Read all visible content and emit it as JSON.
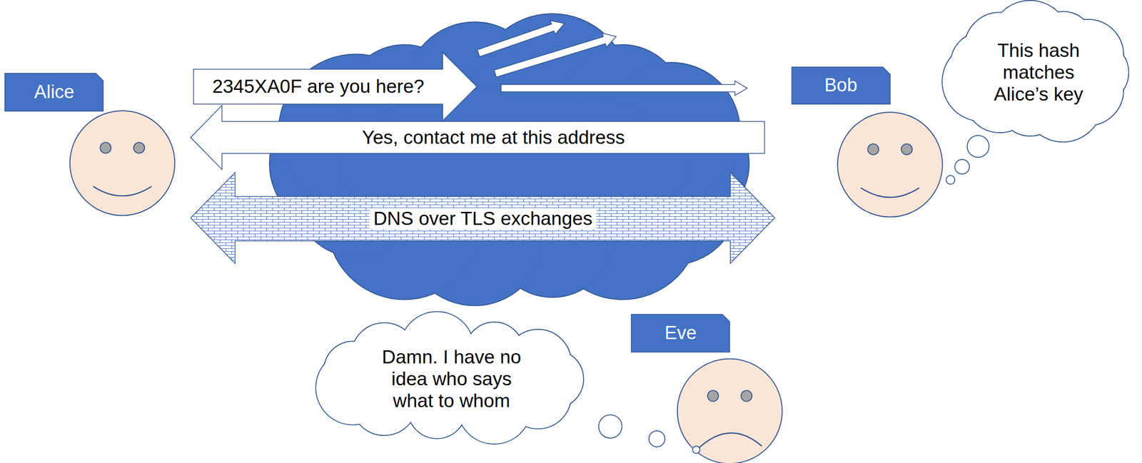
{
  "diagram": {
    "nodes": [
      {
        "text": [
          "Alice"
        ]
      },
      {
        "text": [
          "2345XA0F are you here?"
        ]
      },
      {
        "text": [
          "Bob"
        ]
      },
      {
        "text": [
          "This hash matches Alice’s key"
        ]
      },
      {
        "text": [
          "Yes, contact me at this address"
        ]
      },
      {
        "text": [
          "DNS over TLS exchanges"
        ]
      },
      {
        "text": [
          "Damn. I have no idea who says what to whom"
        ]
      },
      {
        "text": [
          "Eve"
        ]
      }
    ]
  }
}
